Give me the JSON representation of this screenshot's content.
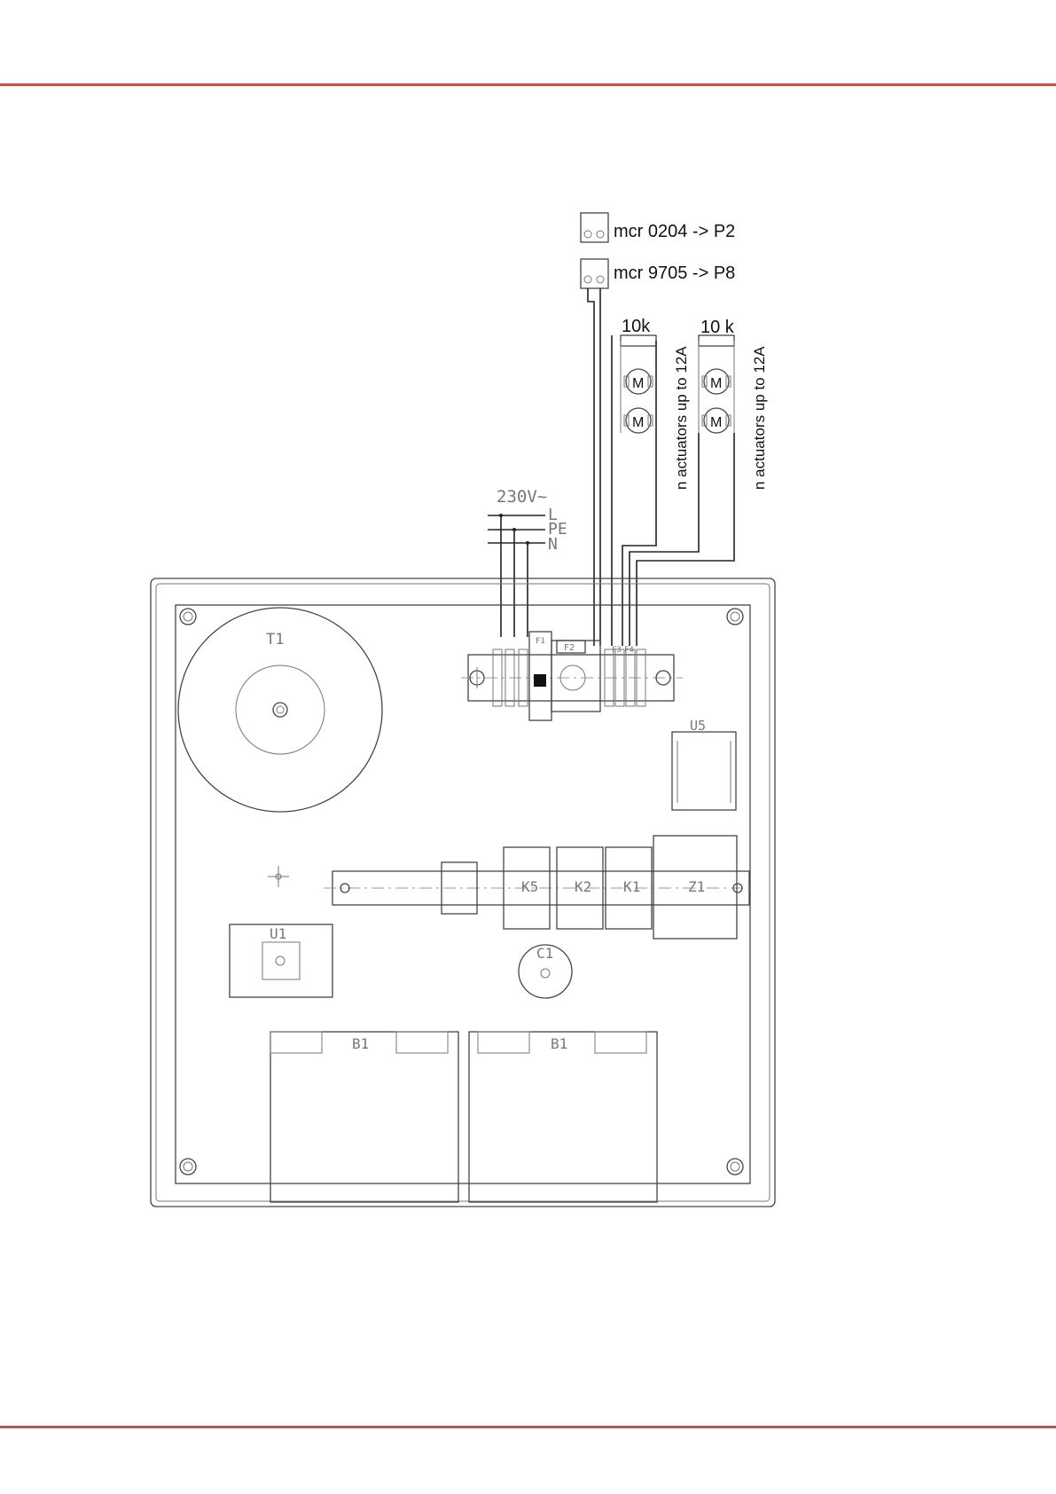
{
  "colors": {
    "rule": "#c0504d",
    "line": "#444444"
  },
  "connectors": [
    {
      "label": "mcr 0204 -> P2"
    },
    {
      "label": "mcr 9705 -> P8"
    }
  ],
  "resistors": [
    {
      "label": "10k"
    },
    {
      "label": "10 k"
    }
  ],
  "actuator_groups": [
    {
      "motor_symbol": "M",
      "note": "n actuators up to 12A"
    },
    {
      "motor_symbol": "M",
      "note": "n actuators up to 12A"
    }
  ],
  "supply": {
    "voltage": "230V~",
    "lines": [
      "L",
      "PE",
      "N"
    ]
  },
  "fuses": [
    "F1",
    "F2",
    "F3",
    "F4"
  ],
  "components": {
    "transformer": "T1",
    "u5": "U5",
    "contactors": [
      "K5",
      "K2",
      "K1"
    ],
    "z1": "Z1",
    "u1": "U1",
    "c1": "C1",
    "batteries": [
      "B1",
      "B1"
    ]
  }
}
